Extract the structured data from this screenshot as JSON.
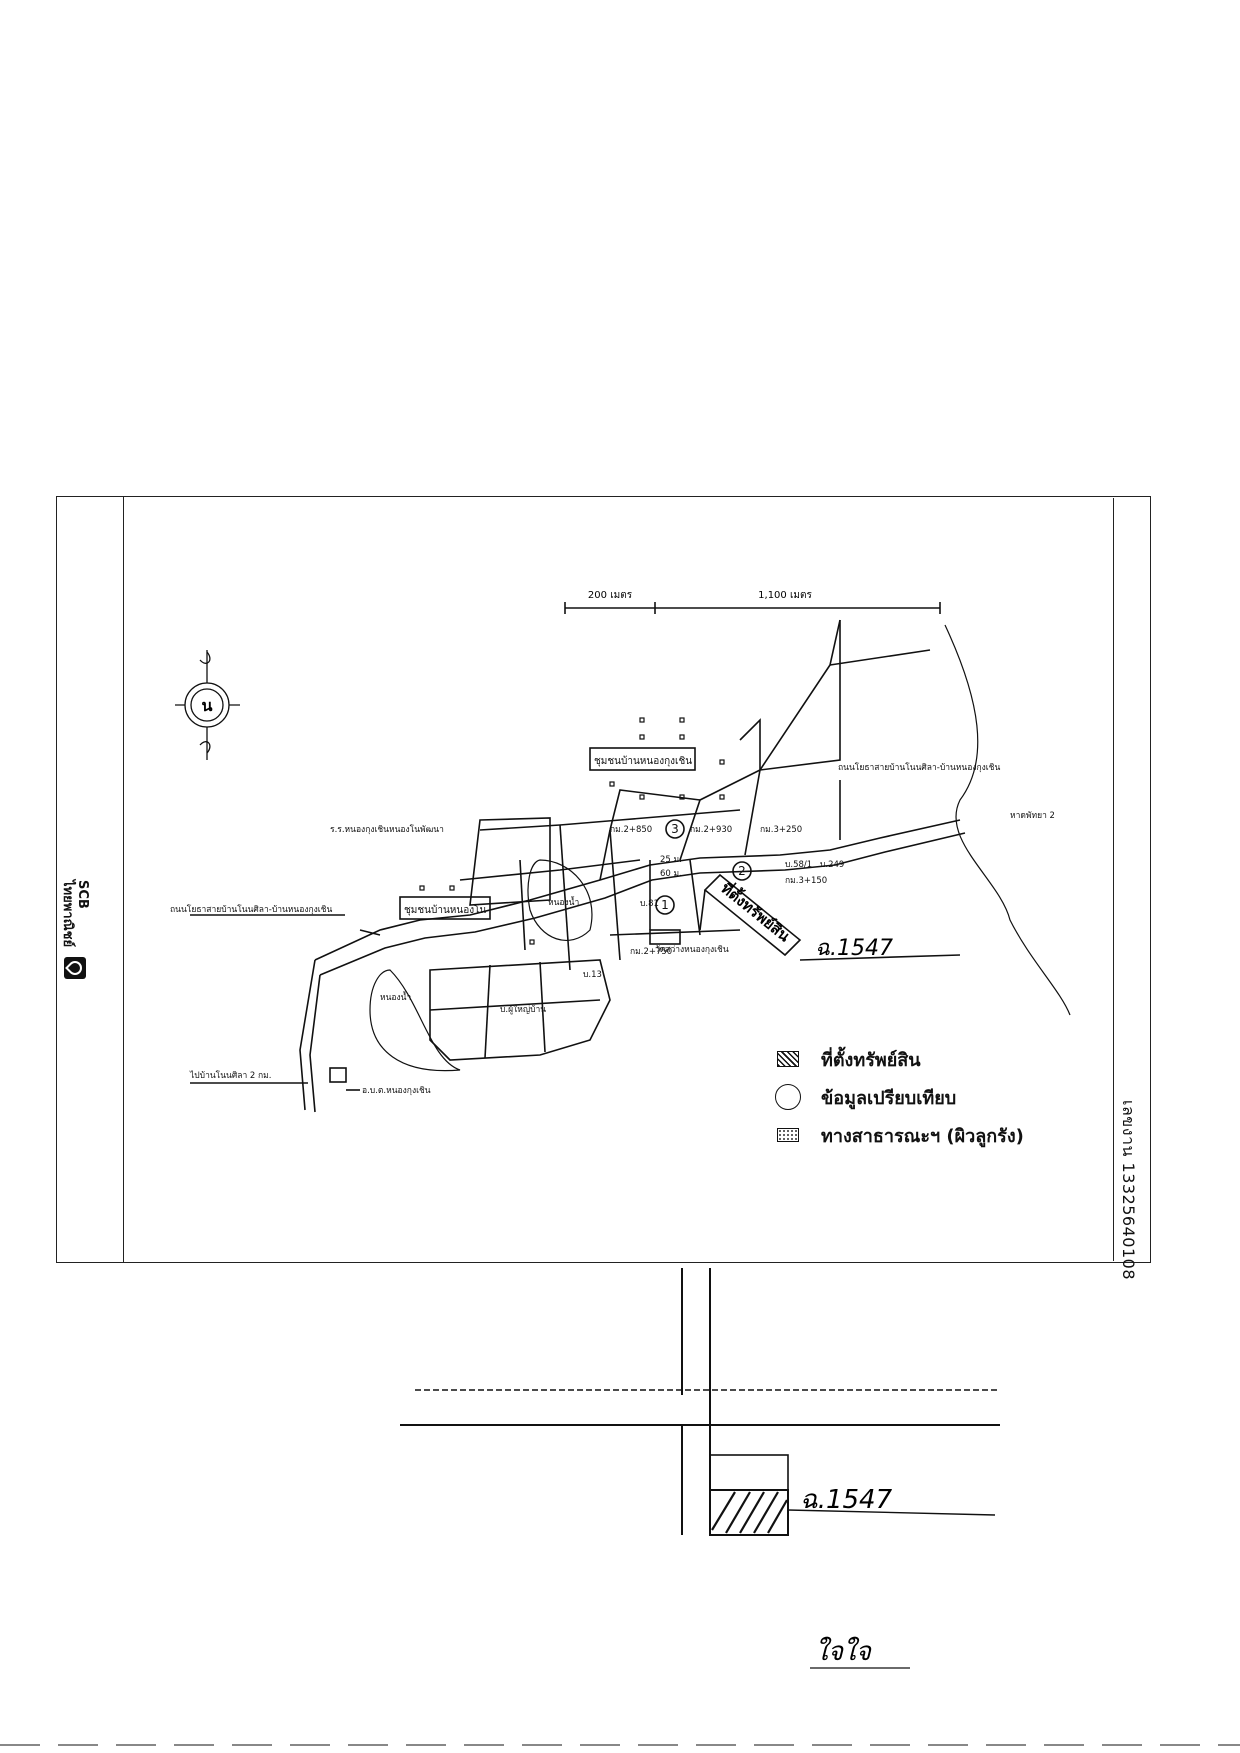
{
  "scale": {
    "left_label": "200 เมตร",
    "right_label": "1,100 เมตร"
  },
  "compass": {
    "label": "น"
  },
  "map_labels": {
    "community_north": "ชุมชนบ้านหนองกุงเชิน",
    "community_west": "ชุมชนบ้านหนองโน",
    "school": "ร.ร.หนองกุงเชินหนองโนพัฒนา",
    "road_north": "ถนนโยธาสายบ้านโนนศิลา-บ้านหนองกุงเชิน",
    "road_west": "ถนนโยธาสายบ้านโนนศิลา-บ้านหนองกุงเชิน",
    "pond_1": "หนองน้ำ",
    "pond_2": "หนองน้ำ",
    "to_town": "ไปบ้านโนนศิลา 2 กม.",
    "office": "อ.บ.ต.หนองกุงเชิน",
    "temple": "วัดสว่างหนองกุงเชิน",
    "village_head": "บ.ผู้ใหญ่บ้าน",
    "km_1": "กม.2+850",
    "km_2": "กม.2+930",
    "km_3": "กม.3+250",
    "km_4": "กม.3+150",
    "km_5": "กม.2+750",
    "house_1": "บ.58/1",
    "house_2": "บ.249",
    "house_3": "บ.13",
    "house_4": "บ.81",
    "dim_1": "25 ม.",
    "dim_2": "60 ม.",
    "comp_1": "1",
    "comp_2": "2",
    "comp_3": "3",
    "property_label": "ที่ตั้งทรัพย์สิน",
    "plot_handwritten": "ฉ.1547",
    "pattaya": "หาดพัทยา 2"
  },
  "legend": {
    "property": "ที่ตั้งทรัพย์สิน",
    "comparison": "ข้อมูลเปรียบเทียบ",
    "public_way": "ทางสาธารณะฯ (ผิวลูกรัง)"
  },
  "brand": {
    "line1": "SCB",
    "line2": "ไทยพาณิชย์"
  },
  "document_number": "เลขงาน 13325640108",
  "sketch": {
    "plot_handwritten": "ฉ.1547",
    "signature": "ใจใจ"
  }
}
